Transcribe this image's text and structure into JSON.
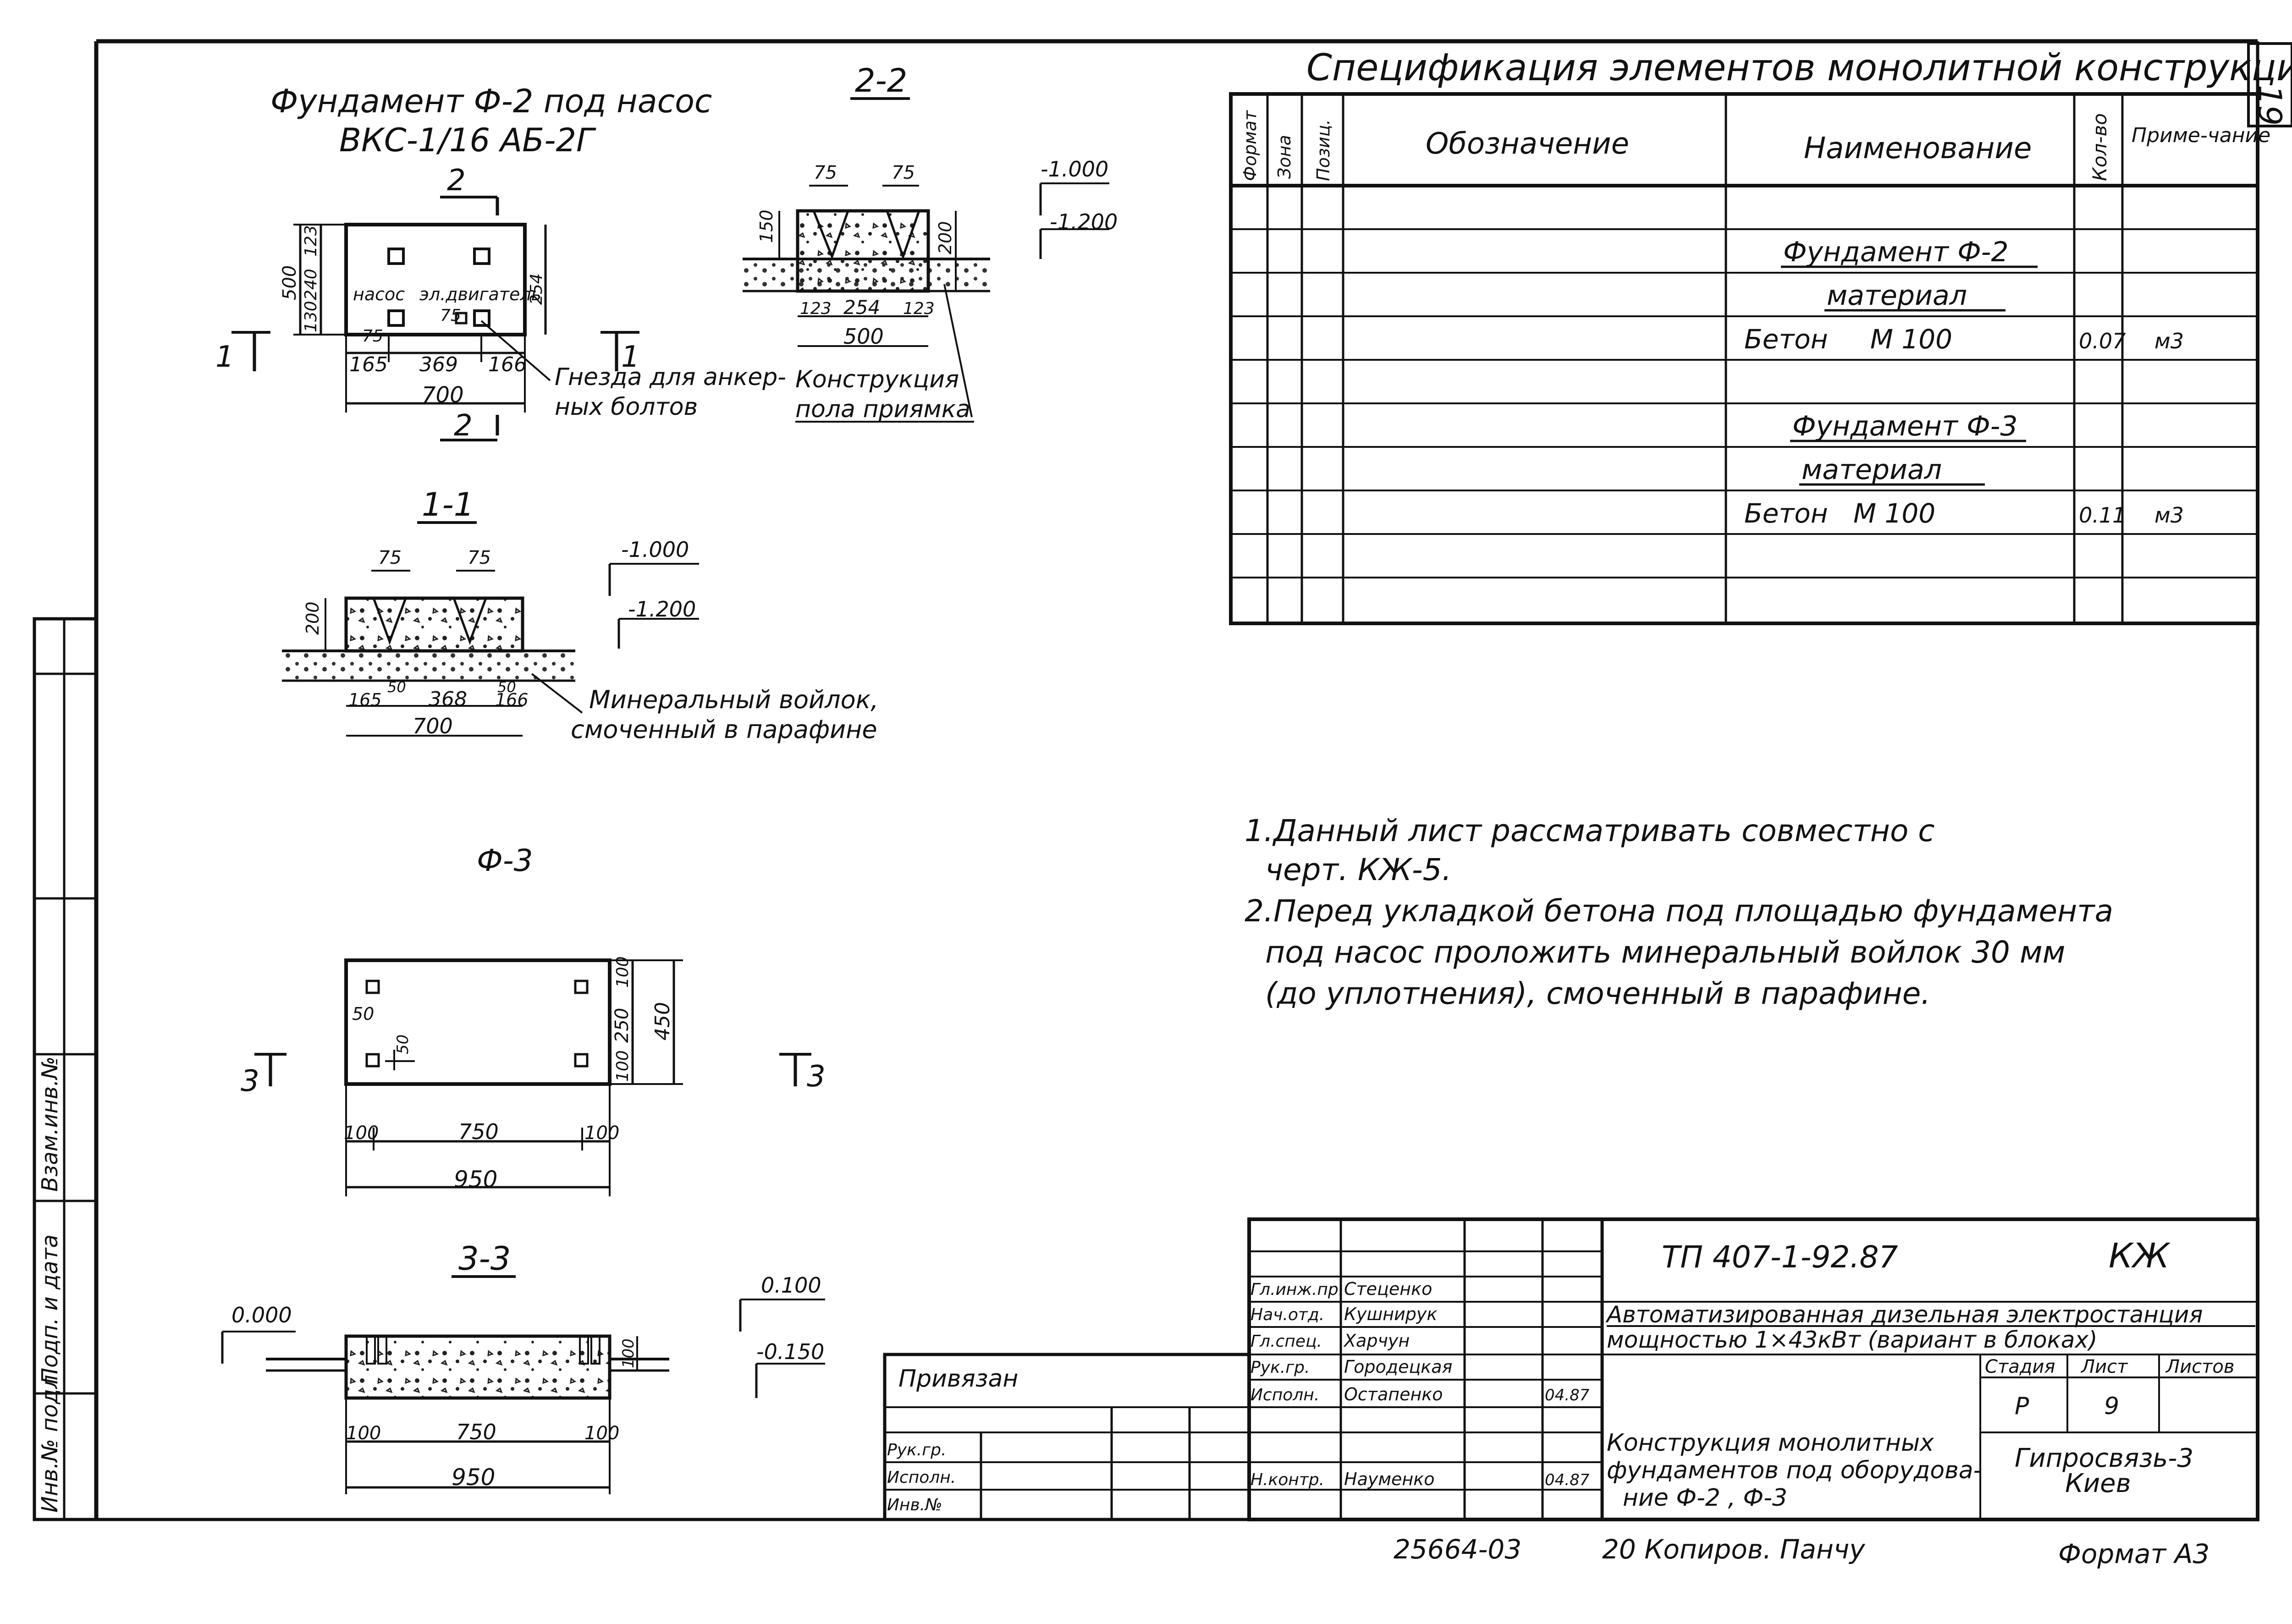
{
  "sheet_number": "19",
  "drawing_f2": {
    "title_line1": "Фундамент Ф-2 под насос",
    "title_line2": "ВКС-1/16 АБ-2Г",
    "label_pump": "насос",
    "label_motor": "эл.двигатель",
    "anchor_note_1": "Гнезда для анкер-",
    "anchor_note_2": "ных болтов",
    "cut_mark_1": "1",
    "cut_mark_2": "2",
    "dim_700": "700",
    "dim_165": "165",
    "dim_369": "369",
    "dim_166": "166",
    "dim_500": "500",
    "dim_130": "130",
    "dim_240": "240",
    "dim_254": "254",
    "dim_123": "123",
    "dim_75": "75",
    "dim_75b": "75"
  },
  "section_2_2": {
    "title": "2-2",
    "dim_75a": "75",
    "dim_75b": "75",
    "dim_150": "150",
    "dim_200": "200",
    "dim_123a": "123",
    "dim_254": "254",
    "dim_123b": "123",
    "dim_500": "500",
    "level_top": "-1.000",
    "level_bottom": "-1.200",
    "note_1": "Конструкция",
    "note_2": "пола приямка"
  },
  "section_1_1": {
    "title": "1-1",
    "dim_75a": "75",
    "dim_75b": "75",
    "dim_200": "200",
    "dim_165": "165",
    "dim_368": "368",
    "dim_166": "166",
    "dim_700": "700",
    "dim_50a": "50",
    "dim_50b": "50",
    "level_top": "-1.000",
    "level_bottom": "-1.200",
    "note_1": "Минеральный войлок,",
    "note_2": "смоченный в парафине"
  },
  "drawing_f3": {
    "title": "Ф-3",
    "cut_mark": "3",
    "dim_50a": "50",
    "dim_50b": "50",
    "dim_100a": "100",
    "dim_250": "250",
    "dim_100b": "100",
    "dim_450": "450",
    "dim_100c": "100",
    "dim_750": "750",
    "dim_100d": "100",
    "dim_950": "950"
  },
  "section_3_3": {
    "title": "3-3",
    "level_left": "0.000",
    "level_right_top": "0.100",
    "level_right_bottom": "-0.150",
    "dim_100a": "100",
    "dim_750": "750",
    "dim_100b": "100",
    "dim_950": "950",
    "dim_100v": "100"
  },
  "spec": {
    "title": "Спецификация элементов монолитной конструкции",
    "headers": {
      "format": "Формат",
      "zone": "Зона",
      "pos": "Позиц.",
      "designation": "Обозначение",
      "name": "Наименование",
      "qty": "Кол-во",
      "note": "Приме-чание"
    },
    "rows": [
      {
        "name": "",
        "qty": "",
        "note": ""
      },
      {
        "name": "Фундамент Ф-2",
        "qty": "",
        "note": ""
      },
      {
        "name": "материал",
        "qty": "",
        "note": ""
      },
      {
        "name": "Бетон     М 100",
        "qty": "0.07",
        "note": "м3"
      },
      {
        "name": "",
        "qty": "",
        "note": ""
      },
      {
        "name": "Фундамент Ф-3",
        "qty": "",
        "note": ""
      },
      {
        "name": "материал",
        "qty": "",
        "note": ""
      },
      {
        "name": "Бетон   М 100",
        "qty": "0.11",
        "note": "м3"
      },
      {
        "name": "",
        "qty": "",
        "note": ""
      },
      {
        "name": "",
        "qty": "",
        "note": ""
      }
    ]
  },
  "notes": {
    "line1": "1.Данный лист рассматривать совместно с",
    "line2": "черт. КЖ-5.",
    "line3": "2.Перед укладкой бетона под площадью фундамента",
    "line4": "под насос проложить минеральный войлок 30 мм",
    "line5": "(до уплотнения), смоченный в парафине."
  },
  "title_block": {
    "doc_code": "ТП 407-1-92.87",
    "mark": "КЖ",
    "project_line1": "Автоматизированная дизельная электростанция",
    "project_line2": "мощностью 1×43кВт (вариант в блоках)",
    "sheet_title_line1": "Конструкция монолитных",
    "sheet_title_line2": "фундаментов под оборудова-",
    "sheet_title_line3": "ние Ф-2 , Ф-3",
    "stage_label": "Стадия",
    "sheet_label": "Лист",
    "sheets_label": "Листов",
    "stage": "Р",
    "sheet": "9",
    "org_line1": "Гипросвязь-3",
    "org_line2": "Киев",
    "roles": [
      {
        "role": "Гл.инж.пр.",
        "name": "Стеценко",
        "date": ""
      },
      {
        "role": "Нач.отд.",
        "name": "Кушнирук",
        "date": ""
      },
      {
        "role": "Гл.спец.",
        "name": "Харчун",
        "date": ""
      },
      {
        "role": "Рук.гр.",
        "name": "Городецкая",
        "date": ""
      },
      {
        "role": "Исполн.",
        "name": "Остапенко",
        "date": "04.87"
      }
    ],
    "nkontr_role": "Н.контр.",
    "nkontr_name": "Науменко",
    "nkontr_date": "04.87",
    "privyazan": "Привязан",
    "left_roles": [
      "Рук.гр.",
      "Исполн.",
      "Инв.№"
    ],
    "bottom_number": "25664-03",
    "bottom_copy": "20 Копиров. Панчу",
    "format": "Формат А3"
  },
  "side_stamp": {
    "inv_podl": "Инв.№ подл.",
    "podp_data": "Подп. и дата",
    "vzam_inv": "Взам.инв.№"
  }
}
